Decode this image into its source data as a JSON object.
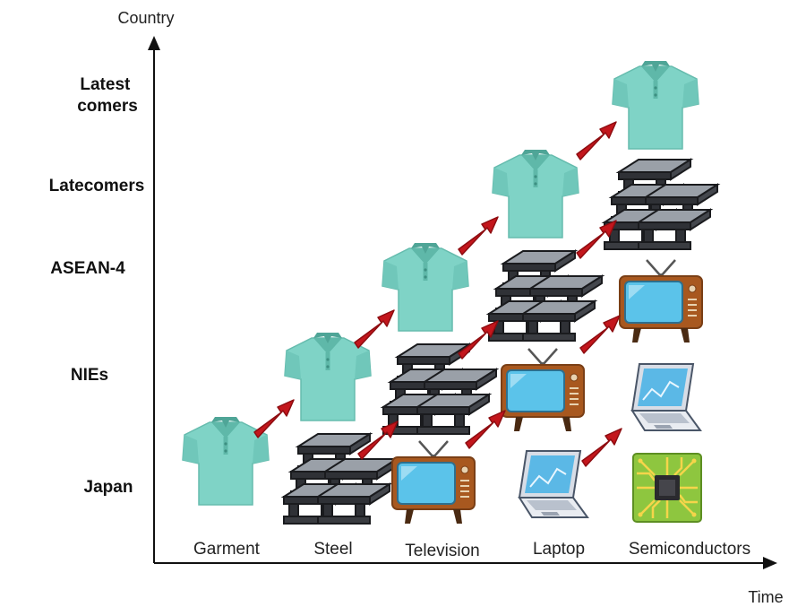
{
  "axes": {
    "y_title": "Country",
    "x_title": "Time"
  },
  "countries": [
    "Latest comers",
    "Latecomers",
    "ASEAN-4",
    "NIEs",
    "Japan"
  ],
  "country_lines": {
    "latest_comers": [
      "Latest",
      "comers"
    ]
  },
  "industries": [
    "Garment",
    "Steel",
    "Television",
    "Laptop",
    "Semiconductors"
  ],
  "icon_names": {
    "Garment": "shirt-icon",
    "Steel": "steel-beams-icon",
    "Television": "television-icon",
    "Laptop": "laptop-icon",
    "Semiconductors": "chip-icon"
  },
  "colors": {
    "arrow": "#c3161c",
    "shirt": "#7fd3c6",
    "steel": "#3d3f44",
    "tv_body": "#a8581f",
    "tv_screen": "#5bc3ea",
    "chip_board": "#8ec63f"
  }
}
